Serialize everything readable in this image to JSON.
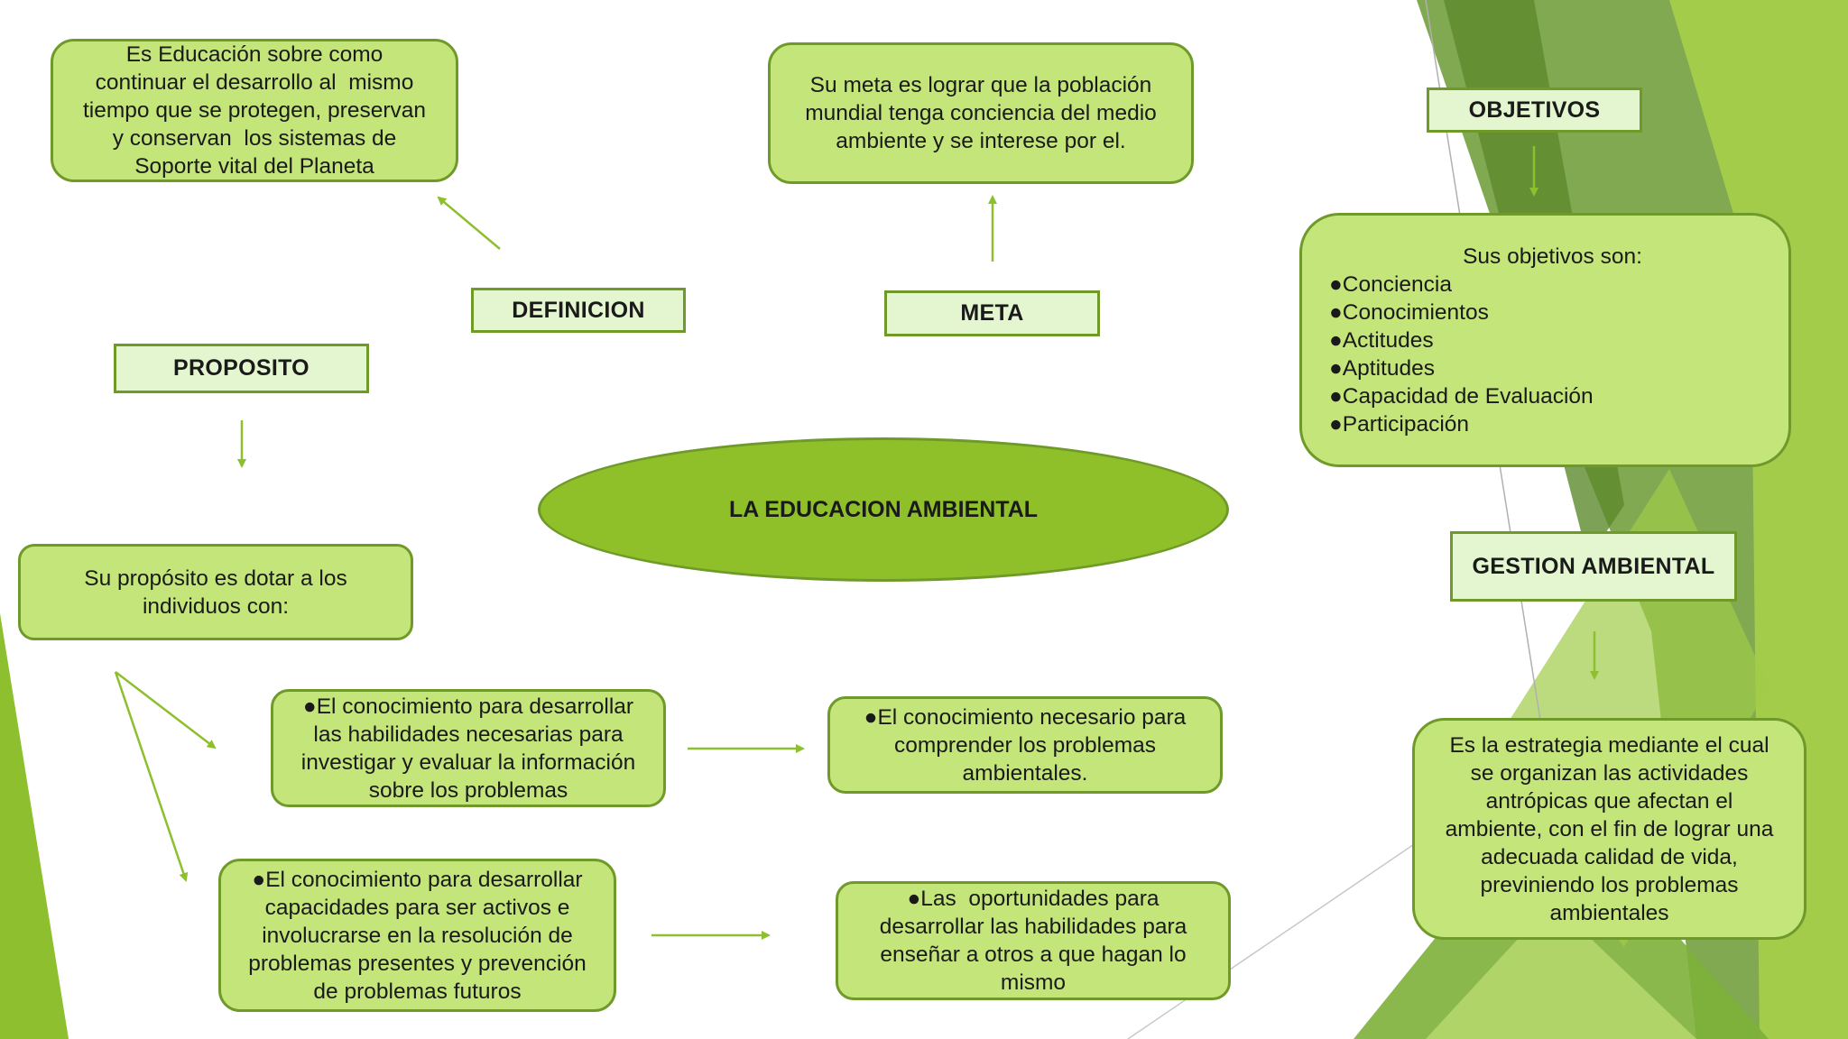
{
  "colors": {
    "box_fill": "#c4e57a",
    "box_border": "#6f9a2a",
    "label_fill": "#e3f6cf",
    "center_fill": "#8fc02a",
    "arrow": "#8dbf2e"
  },
  "center": {
    "title": "LA  EDUCACION AMBIENTAL"
  },
  "labels": {
    "definicion": "DEFINICION",
    "meta": "META",
    "proposito": "PROPOSITO",
    "objetivos": "OBJETIVOS",
    "gestion": "GESTION AMBIENTAL"
  },
  "definicion_text": [
    "Es Educación sobre como",
    "continuar el desarrollo al  mismo",
    "tiempo que se protegen, preservan",
    "y conservan  los sistemas de",
    "Soporte vital del Planeta"
  ],
  "meta_text": [
    "Su meta es lograr que la población",
    "mundial tenga conciencia del medio",
    "ambiente y se interese por el."
  ],
  "objetivos_box": {
    "heading": "Sus objetivos son:",
    "items": [
      "●Conciencia",
      "●Conocimientos",
      "●Actitudes",
      "●Aptitudes",
      "●Capacidad de Evaluación",
      "●Participación"
    ]
  },
  "proposito_text": [
    "Su propósito es dotar a los",
    "individuos con:"
  ],
  "conocimiento_investigar": [
    "●El conocimiento para desarrollar",
    "las habilidades necesarias para",
    "investigar y evaluar la información",
    "sobre los problemas"
  ],
  "conocimiento_comprender": [
    "●El conocimiento necesario para",
    "comprender los problemas",
    "ambientales."
  ],
  "conocimiento_capacidades": [
    "●El conocimiento para desarrollar",
    "capacidades para ser activos e",
    "involucrarse en la resolución de",
    "problemas presentes y prevención",
    "de problemas futuros"
  ],
  "oportunidades": [
    "●Las  oportunidades para",
    "desarrollar las habilidades para",
    "enseñar a otros a que hagan lo",
    "mismo"
  ],
  "gestion_text": [
    "Es la estrategia mediante el cual",
    "se organizan las actividades",
    "antrópicas que afectan el",
    "ambiente, con el fin de lograr una",
    "adecuada calidad de vida,",
    "previniendo los problemas",
    "ambientales"
  ]
}
